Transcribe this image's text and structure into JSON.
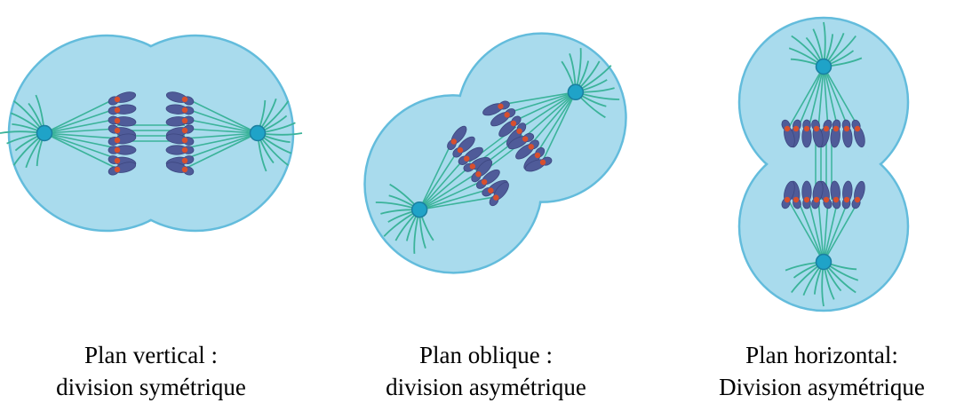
{
  "colors": {
    "cell_fill": "#a9dbed",
    "cell_stroke": "#63bcdc",
    "spindle": "#3bb39a",
    "centrosome": "#1fa3c8",
    "chromosome": "#4f5b99",
    "kinetochore": "#d8502e"
  },
  "panels": [
    {
      "title": "Plan vertical :",
      "subtitle": "division symétrique"
    },
    {
      "title": "Plan oblique :",
      "subtitle": "division asymétrique"
    },
    {
      "title": "Plan horizontal:",
      "subtitle": "Division asymétrique"
    }
  ]
}
